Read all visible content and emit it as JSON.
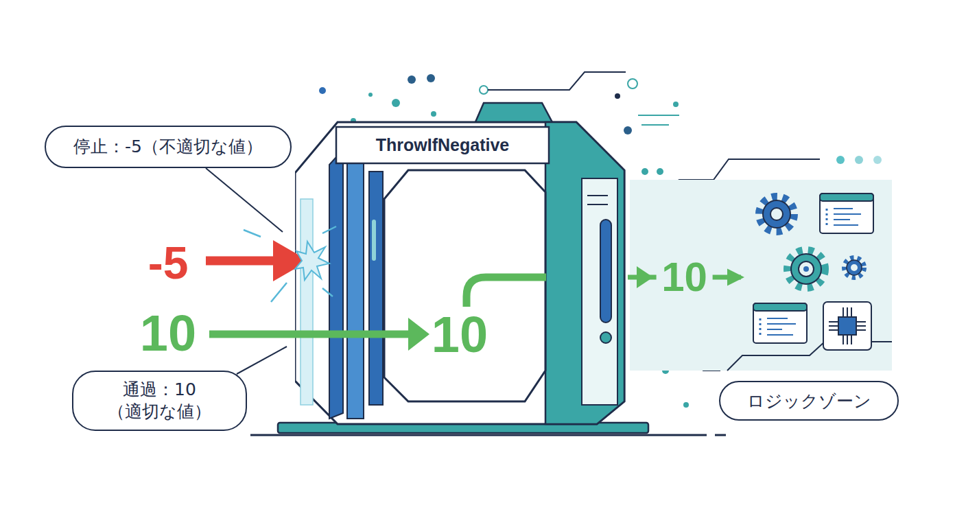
{
  "diagram": {
    "nodes": [
      {
        "text": [
          "ThrowIfNegative"
        ]
      },
      {
        "text": [
          "停止：-5（不適切な値）"
        ]
      },
      {
        "text": [
          "通過：10 （適切な値）"
        ]
      },
      {
        "text": [
          "ロジックゾーン"
        ]
      }
    ],
    "edges": [
      {
        "from": 0,
        "to": 3,
        "arrow": "to",
        "label": "10"
      }
    ],
    "labels": [
      "-5",
      "10",
      "10"
    ]
  }
}
